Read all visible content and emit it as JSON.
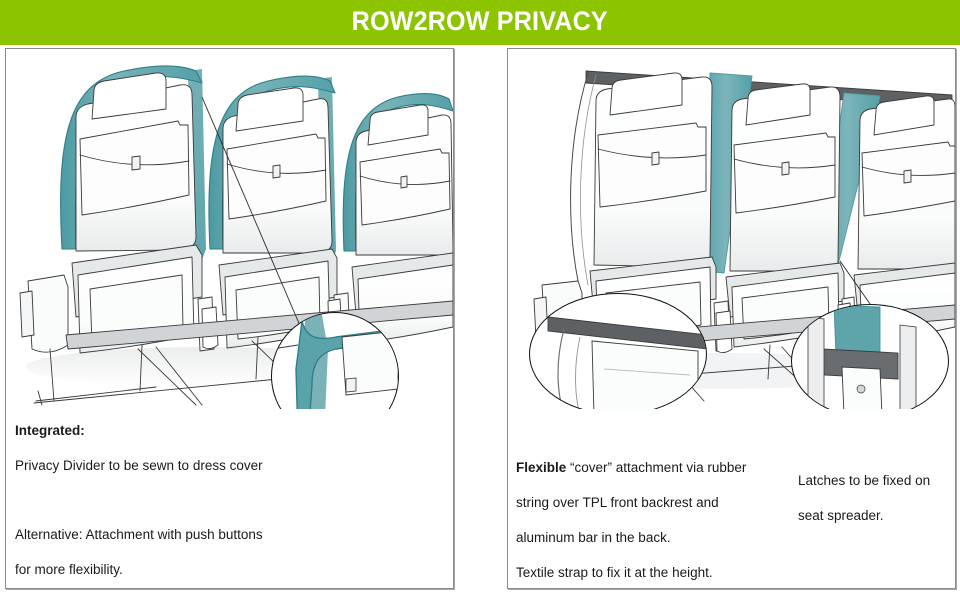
{
  "banner": {
    "title": "ROW2ROW PRIVACY",
    "background_color": "#8cc400",
    "text_color": "#ffffff"
  },
  "colors": {
    "teal_fill": "#6faeb4",
    "teal_edge": "#2e7f88",
    "teal_dark": "#46959c",
    "outline": "#3a3a3a",
    "seat_light": "#fdfdfd",
    "seat_shade": "#e8eaec",
    "metal": "#c9ccce",
    "panel_border": "#8a8a8a"
  },
  "panels": {
    "left": {
      "illustration_name": "integrated-privacy-divider-seat-row-illustration",
      "detail_callout": "circle-detail-divider-seatback-junction",
      "caption": {
        "lead": "Integrated:",
        "lead_rest": " Privacy Divider to be sewn to dress cover",
        "line1": "Privacy Divider to be sewn to dress cover",
        "line2": "Alternative: Attachment with push buttons",
        "line3": "for more flexibility."
      }
    },
    "right": {
      "illustration_name": "flexible-cover-strap-seat-row-illustration",
      "detail_callout_left": "oval-detail-aluminum-bar-backrest",
      "detail_callout_right": "oval-detail-latch-seat-spreader",
      "caption_main": {
        "lead": "Flexible",
        "line1": " “cover” attachment via rubber",
        "line2": "string over TPL front backrest and",
        "line3": "aluminum bar in the back.",
        "line4": "Textile strap to fix it at the height."
      },
      "caption_side": {
        "line1": "Latches to be fixed on",
        "line2": "seat spreader."
      }
    }
  }
}
